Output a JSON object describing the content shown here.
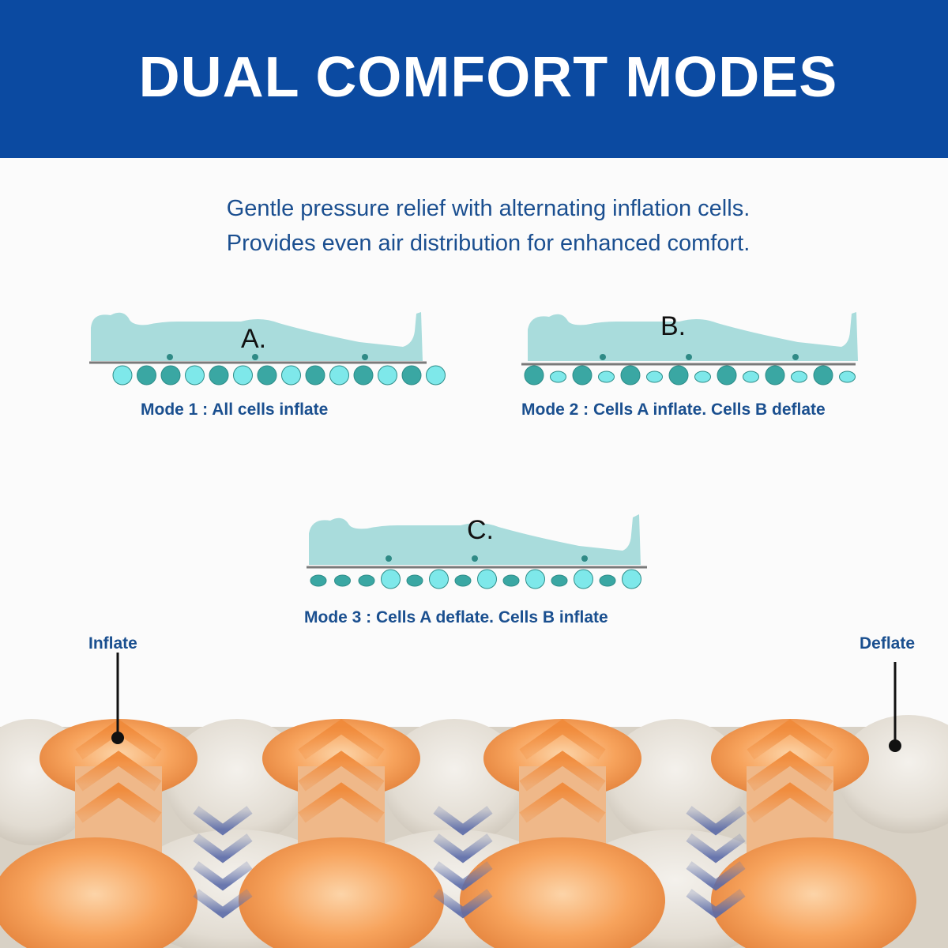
{
  "header": {
    "title": "DUAL COMFORT MODES"
  },
  "intro": {
    "line1": "Gentle pressure relief with alternating inflation cells.",
    "line2": "Provides even air distribution for enhanced comfort."
  },
  "modes": [
    {
      "letter": "A.",
      "caption": "Mode 1 : All cells inflate"
    },
    {
      "letter": "B.",
      "caption": "Mode 2 : Cells A inflate. Cells B deflate"
    },
    {
      "letter": "C.",
      "caption": "Mode 3 : Cells A deflate. Cells B inflate"
    }
  ],
  "callouts": {
    "inflate": "Inflate",
    "deflate": "Deflate"
  },
  "colors": {
    "banner": "#0b4aa1",
    "text_blue": "#1a4f8f",
    "body_fill": "#a9dcdc",
    "cell_dark": "#3aa7a3",
    "cell_light": "#7ee8ea",
    "cell_orange": "#f7a35c",
    "cell_beige": "#e2dcd2",
    "arrow_orange": "#f08a3a",
    "arrow_blue": "#6b7bb0"
  }
}
